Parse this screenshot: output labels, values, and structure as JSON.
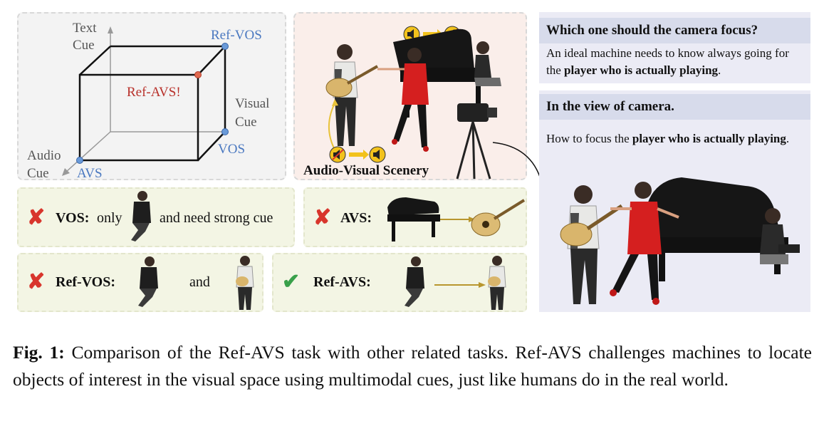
{
  "cube": {
    "text_cue_line1": "Text",
    "text_cue_line2": "Cue",
    "ref_vos": "Ref-VOS",
    "ref_avs": "Ref-AVS!",
    "visual_cue_line1": "Visual",
    "visual_cue_line2": "Cue",
    "vos": "VOS",
    "audio_cue_line1": "Audio",
    "audio_cue_line2": "Cue",
    "avs": "AVS",
    "colors": {
      "blue": "#4a78c0",
      "red": "#c0392b"
    }
  },
  "scene": {
    "label": "Audio-Visual Scenery"
  },
  "camera": {
    "question": "Which one should the camera focus?",
    "answer_pre": "An ideal machine needs to know always going for the ",
    "answer_bold": "player who is actually playing",
    "answer_post": ".",
    "view_header": "In the view of camera.",
    "view_pre": "How to focus the ",
    "view_bold": "player who is actually playing",
    "view_post": "."
  },
  "rows": {
    "vos_label": "VOS:",
    "vos_only": "only",
    "vos_tail": "and need strong cue",
    "avs_label": "AVS:",
    "refvos_label": "Ref-VOS:",
    "refvos_and": "and",
    "refavs_label": "Ref-AVS:"
  },
  "caption": {
    "label": "Fig. 1:",
    "text": " Comparison of the Ref-AVS task with other related tasks. Ref-AVS challenges machines to locate objects of interest in the visual space using multimodal cues, just like humans do in the real world."
  }
}
